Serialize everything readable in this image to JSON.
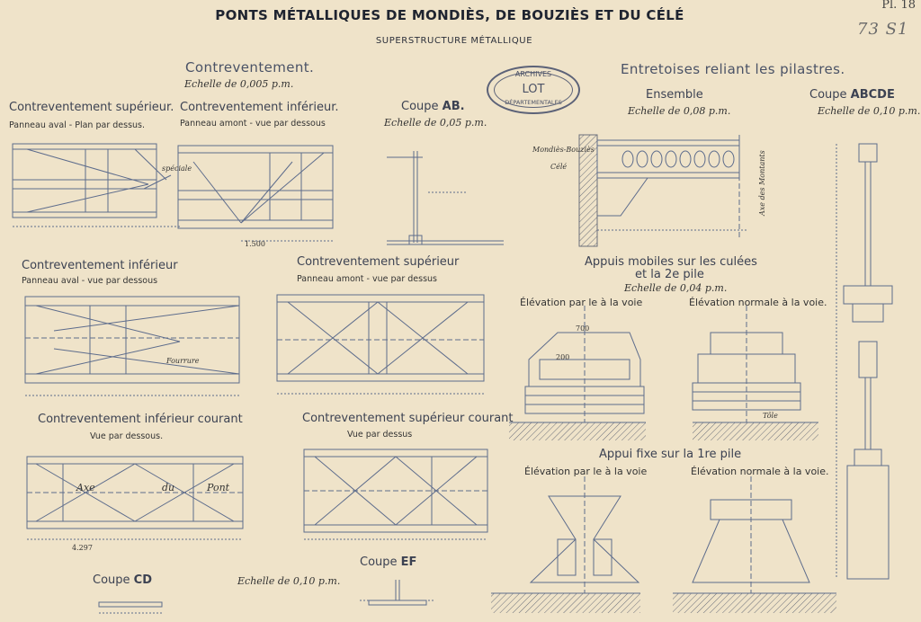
{
  "plate": {
    "title": "PONTS MÉTALLIQUES DE MONDIÈS, DE BOUZIÈS ET DU CÉLÉ",
    "subtitle": "SUPERSTRUCTURE MÉTALLIQUE",
    "number": "Pl. 18",
    "archive_mark": "73 S1"
  },
  "stamp": {
    "top": "ARCHIVES",
    "middle": "LOT",
    "bottom": "DÉPARTEMENTALES"
  },
  "contreventement": {
    "title": "Contreventement.",
    "scale": "Echelle de 0,005 p.m.",
    "sup_title": "Contreventement supérieur.",
    "sup_caption": "Panneau aval - Plan par dessus.",
    "inf_title": "Contreventement inférieur.",
    "inf_caption": "Panneau amont - vue par dessous",
    "inf2_title": "Contreventement inférieur",
    "inf2_caption": "Panneau aval - vue par dessous",
    "sup2_title": "Contreventement supérieur",
    "sup2_caption": "Panneau amont - vue par dessus",
    "inf_courant_title": "Contreventement inférieur courant",
    "inf_courant_caption": "Vue par dessous.",
    "sup_courant_title": "Contreventement supérieur courant",
    "sup_courant_caption": "Vue par dessus"
  },
  "coupe_ab": {
    "title": "Coupe",
    "id": "AB.",
    "scale": "Echelle de 0,05 p.m."
  },
  "coupe_cd": {
    "title": "Coupe",
    "id": "CD",
    "scale": "Echelle de 0,10 p.m."
  },
  "coupe_ef": {
    "title": "Coupe",
    "id": "EF"
  },
  "entretoises": {
    "title": "Entretoises reliant les pilastres.",
    "ensemble": "Ensemble",
    "ensemble_scale": "Echelle de 0,08 p.m.",
    "coupe": "Coupe",
    "coupe_id": "ABCDE",
    "coupe_scale": "Echelle de 0,10 p.m."
  },
  "appuis_mobiles": {
    "title": "Appuis mobiles sur les culées",
    "title2": "et la 2e pile",
    "scale": "Echelle de 0,04 p.m.",
    "elev_par": "Élévation par le à la voie",
    "elev_normale": "Élévation normale à la voie."
  },
  "appui_fixe": {
    "title": "Appui fixe sur la 1re pile",
    "elev_par": "Élévation par le à la voie",
    "elev_normale": "Élévation normale à la voie."
  },
  "annotations": {
    "axe": "Axe",
    "du": "du",
    "pont": "Pont",
    "fourrure": "Fourrure",
    "mondies_bouzies": "Mondiès-Bouziès",
    "cele": "Célé",
    "axe_des_montants": "Axe des Montants",
    "tole": "Tôle",
    "speciale": "spéciale",
    "dim_1500": "1.500",
    "dim_4297": "4.297",
    "dim_200": "200",
    "dim_700": "700"
  }
}
